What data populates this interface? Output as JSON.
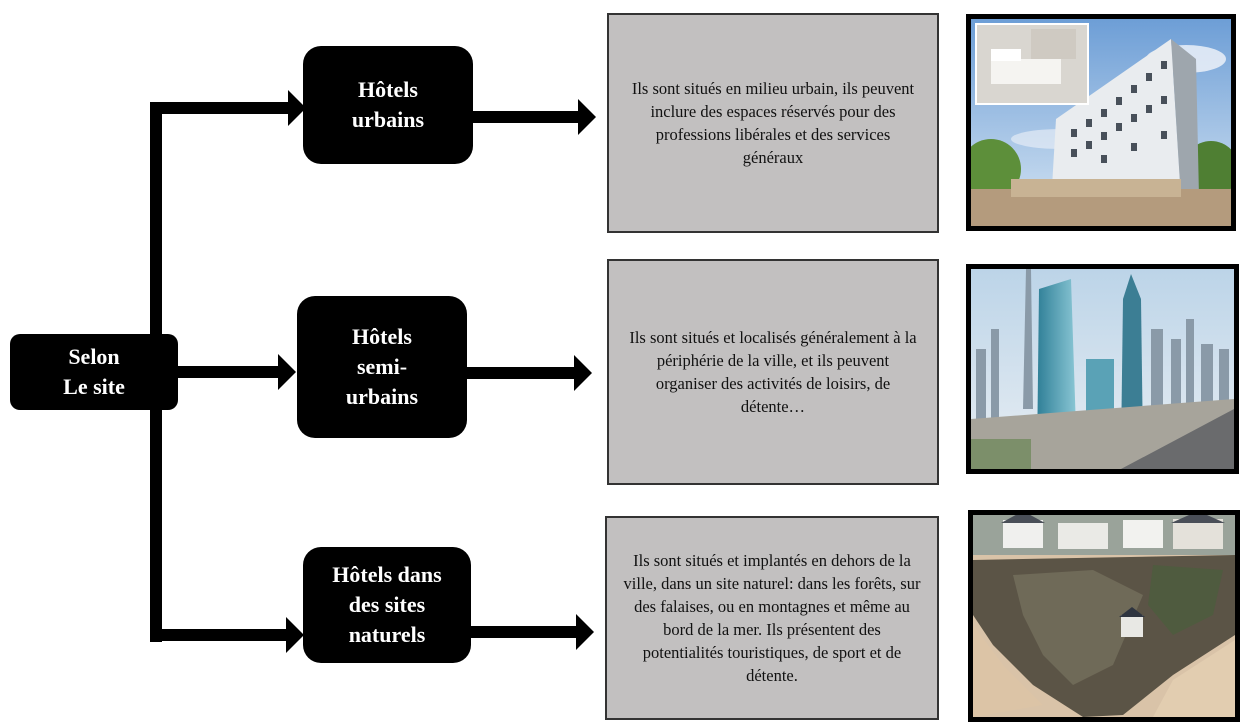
{
  "root": {
    "label": "Selon\nLe site"
  },
  "branches": [
    {
      "title": "Hôtels\nurbains",
      "description": "Ils sont situés en milieu urbain, ils peuvent inclure des espaces réservés pour des professions libérales et des services généraux",
      "image_icon": "urban-hotel-photo"
    },
    {
      "title": "Hôtels\nsemi-\nurbains",
      "description": "Ils sont situés et localisés généralement à la périphérie de la ville, et ils peuvent organiser des activités de loisirs, de détente…",
      "image_icon": "city-towers-photo"
    },
    {
      "title": "Hôtels dans\ndes sites\nnaturels",
      "description": "Ils sont situés et implantés en dehors de la ville, dans un site naturel: dans les forêts, sur des falaises, ou en montagnes et même au bord de la mer. Ils présentent des potentialités touristiques, de sport et de détente.",
      "image_icon": "cliff-hotel-photo"
    }
  ],
  "colors": {
    "box": "#000000",
    "panel": "#c2c0c0",
    "text_on_box": "#ffffff"
  }
}
